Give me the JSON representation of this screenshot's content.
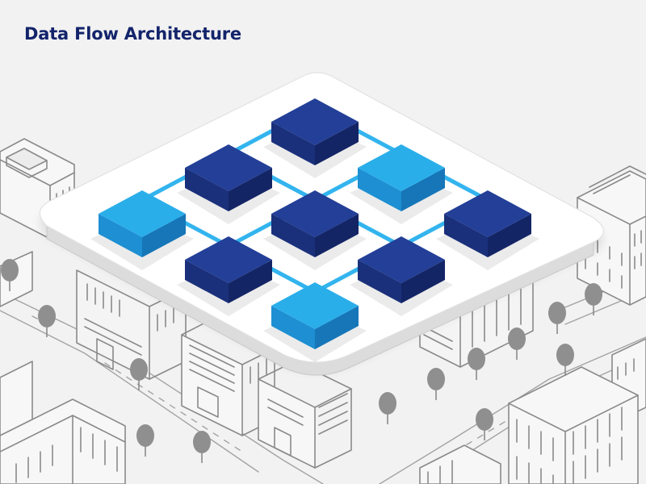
{
  "title": "Data Flow Architecture",
  "colors": {
    "background": "#f2f2f2",
    "title": "#13246b",
    "node_dark_top": "#233f97",
    "node_dark_left": "#1a307b",
    "node_dark_right": "#142566",
    "node_light_top": "#2aaeea",
    "node_light_left": "#1d8fd2",
    "node_light_right": "#1676b8",
    "connector": "#33b4ee",
    "platform": "#ffffff",
    "city_line": "#8a8a8a",
    "tree": "#8f8f8f"
  },
  "diagram": {
    "nodes": [
      {
        "id": "n1",
        "row": 0,
        "col": 0,
        "variant": "dark"
      },
      {
        "id": "n2",
        "row": 1,
        "col": 0,
        "variant": "dark"
      },
      {
        "id": "n3",
        "row": 0,
        "col": 1,
        "variant": "light"
      },
      {
        "id": "n4",
        "row": 2,
        "col": 0,
        "variant": "light"
      },
      {
        "id": "n5",
        "row": 1,
        "col": 1,
        "variant": "dark"
      },
      {
        "id": "n6",
        "row": 0,
        "col": 2,
        "variant": "dark"
      },
      {
        "id": "n7",
        "row": 2,
        "col": 1,
        "variant": "dark"
      },
      {
        "id": "n8",
        "row": 1,
        "col": 2,
        "variant": "dark"
      },
      {
        "id": "n9",
        "row": 2,
        "col": 2,
        "variant": "light"
      }
    ],
    "edges": [
      [
        "n1",
        "n3"
      ],
      [
        "n1",
        "n2"
      ],
      [
        "n2",
        "n5"
      ],
      [
        "n3",
        "n5"
      ],
      [
        "n3",
        "n6"
      ],
      [
        "n2",
        "n4"
      ],
      [
        "n4",
        "n7"
      ],
      [
        "n5",
        "n7"
      ],
      [
        "n5",
        "n8"
      ],
      [
        "n6",
        "n8"
      ],
      [
        "n7",
        "n9"
      ],
      [
        "n8",
        "n9"
      ]
    ]
  }
}
